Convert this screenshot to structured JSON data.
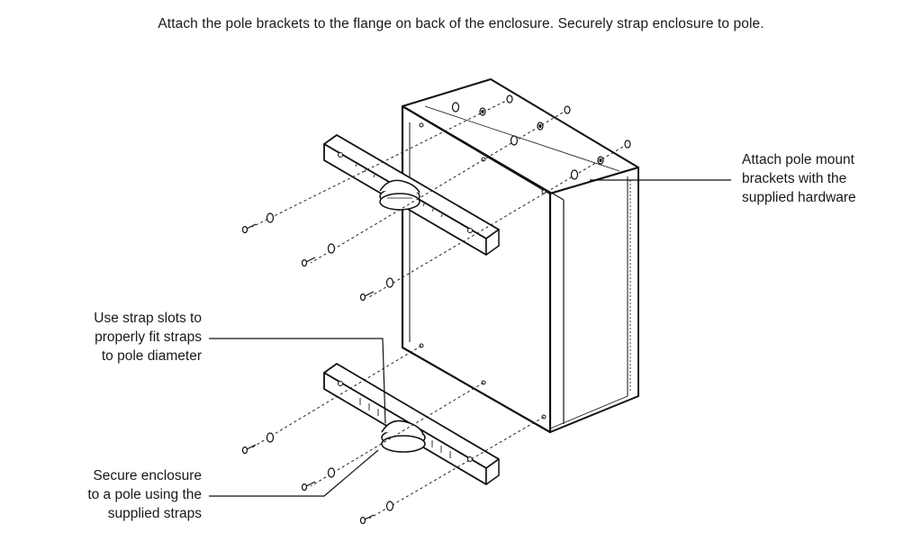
{
  "instruction": "Attach the pole brackets to the flange on back of the enclosure. Securely strap enclosure to pole.",
  "callouts": {
    "hardware": [
      "Attach pole mount",
      "brackets with the",
      "supplied hardware"
    ],
    "slots": [
      "Use strap slots to",
      "properly fit straps",
      "to pole diameter"
    ],
    "straps": [
      "Secure enclosure",
      "to a pole using the",
      "supplied straps"
    ]
  }
}
